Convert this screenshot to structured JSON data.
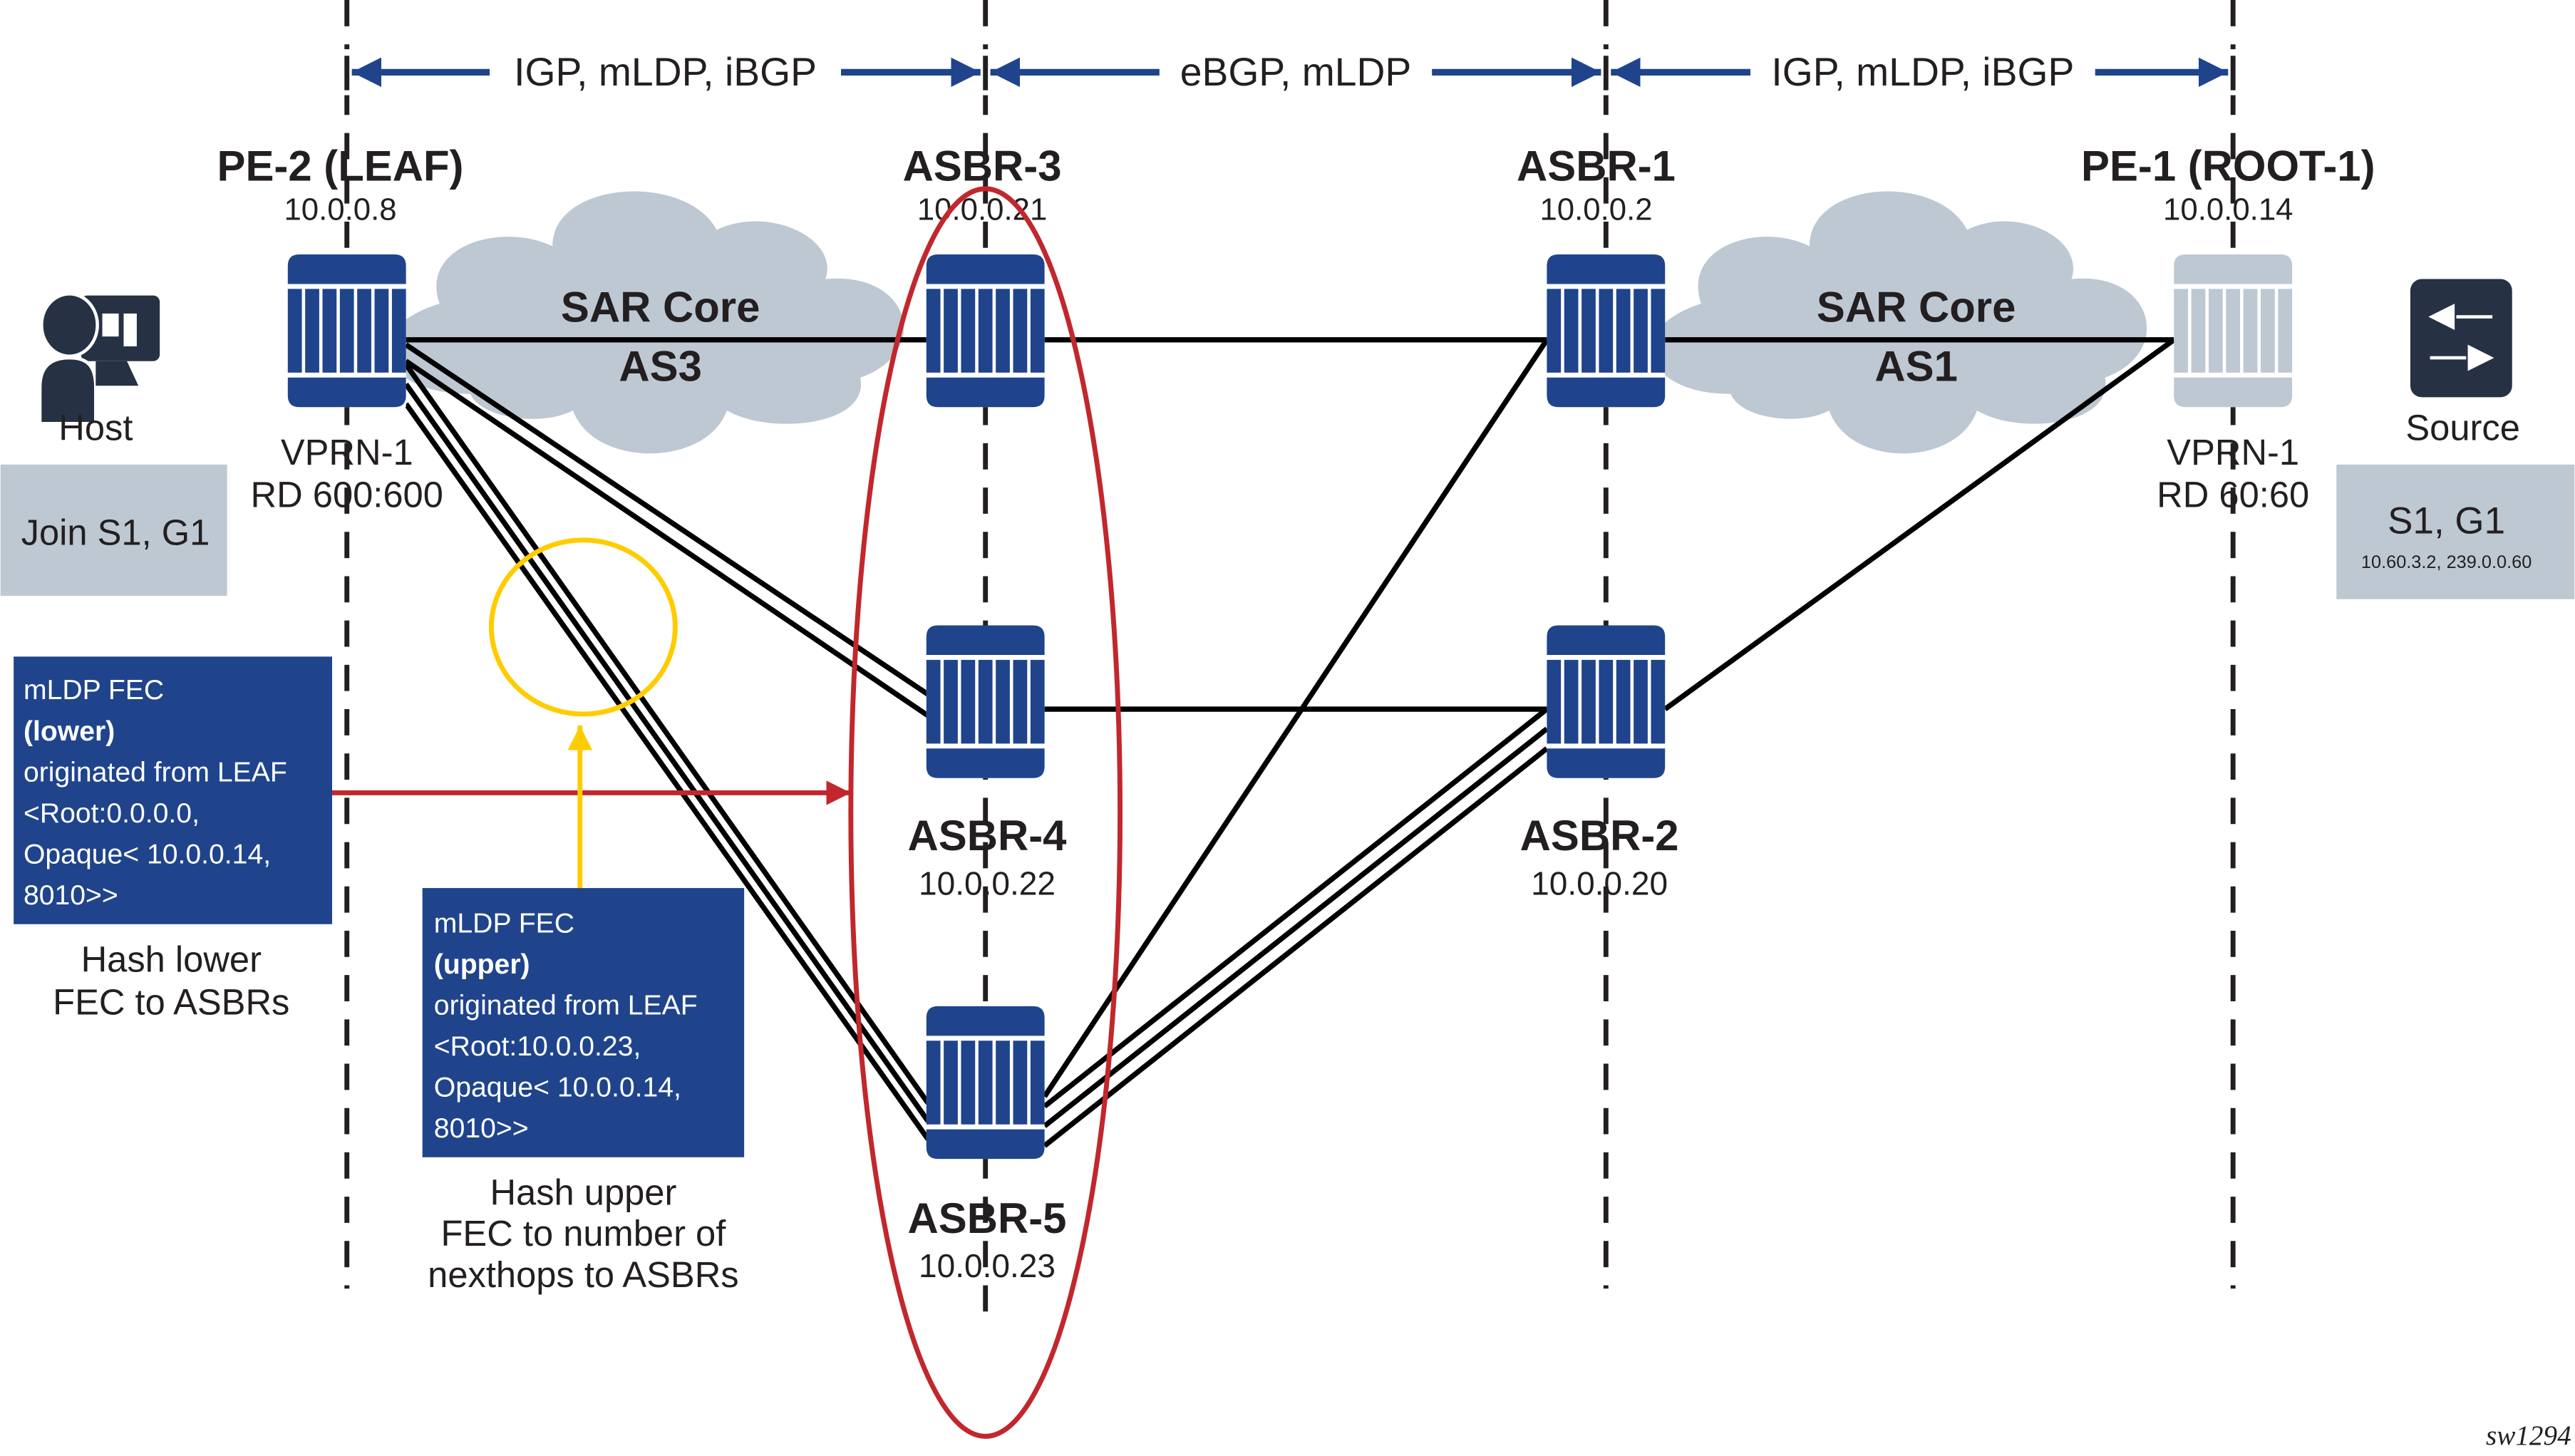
{
  "title": "mLDP FEC hashing across ASBRs",
  "colors": {
    "router_blue": "#1f448c",
    "router_grey": "#bec8d2",
    "cloud": "#bec8d2",
    "annotation_blue": "#1f448c",
    "protocol_arrow": "#1f448c",
    "highlight_red": "#c1272d",
    "highlight_yellow": "#ffcc00",
    "text_dark": "#231f20",
    "host_icon": "#263243"
  },
  "protocol_spans": [
    {
      "label": "IGP, mLDP, iBGP"
    },
    {
      "label": "eBGP, mLDP"
    },
    {
      "label": "IGP, mLDP, iBGP"
    }
  ],
  "nodes": {
    "pe2": {
      "name": "PE-2 (LEAF)",
      "ip": "10.0.0.8",
      "vprn": "VPRN-1",
      "rd": "RD 600:600"
    },
    "asbr3": {
      "name": "ASBR-3",
      "ip": "10.0.0.21"
    },
    "asbr4": {
      "name": "ASBR-4",
      "ip": "10.0.0.22"
    },
    "asbr5": {
      "name": "ASBR-5",
      "ip": "10.0.0.23"
    },
    "asbr1": {
      "name": "ASBR-1",
      "ip": "10.0.0.2"
    },
    "asbr2": {
      "name": "ASBR-2",
      "ip": "10.0.0.20"
    },
    "pe1": {
      "name": "PE-1 (ROOT-1)",
      "ip": "10.0.0.14",
      "vprn": "VPRN-1",
      "rd": "RD 60:60"
    }
  },
  "clouds": [
    {
      "line1": "SAR Core",
      "line2": "AS3"
    },
    {
      "line1": "SAR Core",
      "line2": "AS1"
    }
  ],
  "host": {
    "label": "Host",
    "icon": "user-computer-icon",
    "box": "Join S1, G1"
  },
  "source": {
    "label": "Source",
    "icon": "switch-arrows-icon",
    "box_title": "S1, G1",
    "box_detail": "10.60.3.2, 239.0.0.60"
  },
  "fec_lower": {
    "lines": [
      "mLDP FEC",
      "(lower)",
      "originated from LEAF",
      "<Root:0.0.0.0,",
      "Opaque< 10.0.0.14,",
      "8010>>"
    ],
    "caption": [
      "Hash lower",
      "FEC to ASBRs"
    ]
  },
  "fec_upper": {
    "lines": [
      "mLDP FEC",
      "(upper)",
      "originated from LEAF",
      "<Root:10.0.0.23,",
      "Opaque< 10.0.0.14,",
      "8010>>"
    ],
    "caption": [
      "Hash upper",
      "FEC to number of",
      "nexthops to ASBRs"
    ]
  },
  "figure_id": "sw1294"
}
